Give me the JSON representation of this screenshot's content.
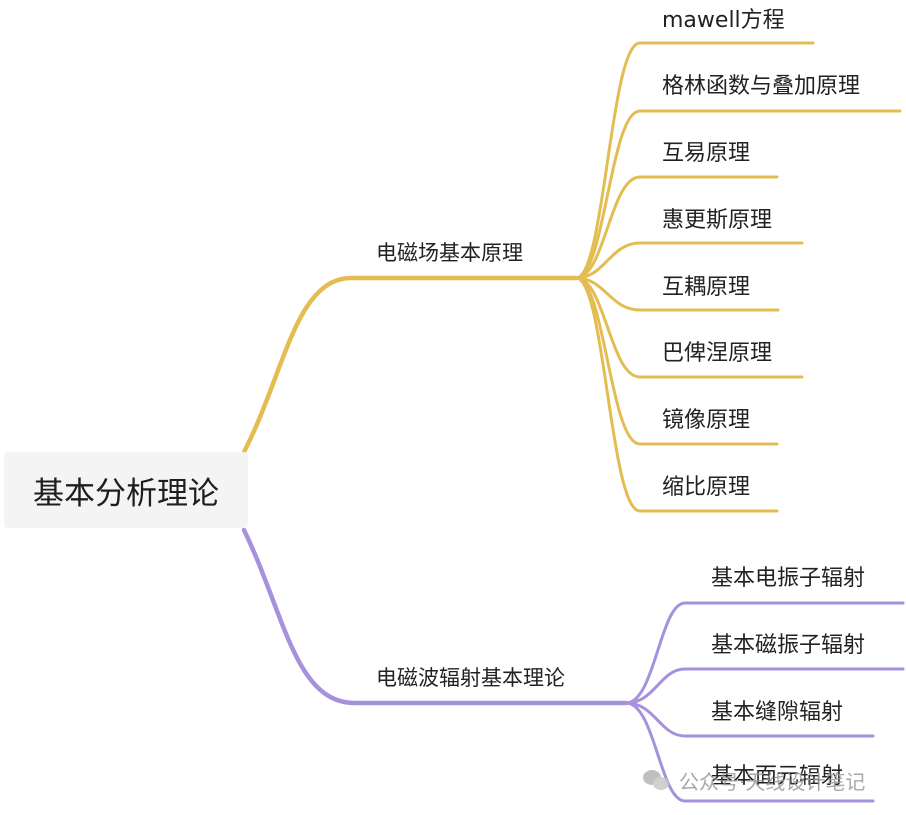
{
  "root": {
    "label": "基本分析理论"
  },
  "colors": {
    "branch_1": "#e4bd52",
    "branch_2": "#a692dc"
  },
  "branches": [
    {
      "label": "电磁场基本原理",
      "children": [
        "mawell方程",
        "格林函数与叠加原理",
        "互易原理",
        "惠更斯原理",
        "互耦原理",
        "巴俾涅原理",
        "镜像原理",
        "缩比原理"
      ]
    },
    {
      "label": "电磁波辐射基本理论",
      "children": [
        "基本电振子辐射",
        "基本磁振子辐射",
        "基本缝隙辐射",
        "基本面元辐射"
      ]
    }
  ],
  "watermark": {
    "icon": "wechat-icon",
    "text": "公众号·天线设计笔记"
  }
}
